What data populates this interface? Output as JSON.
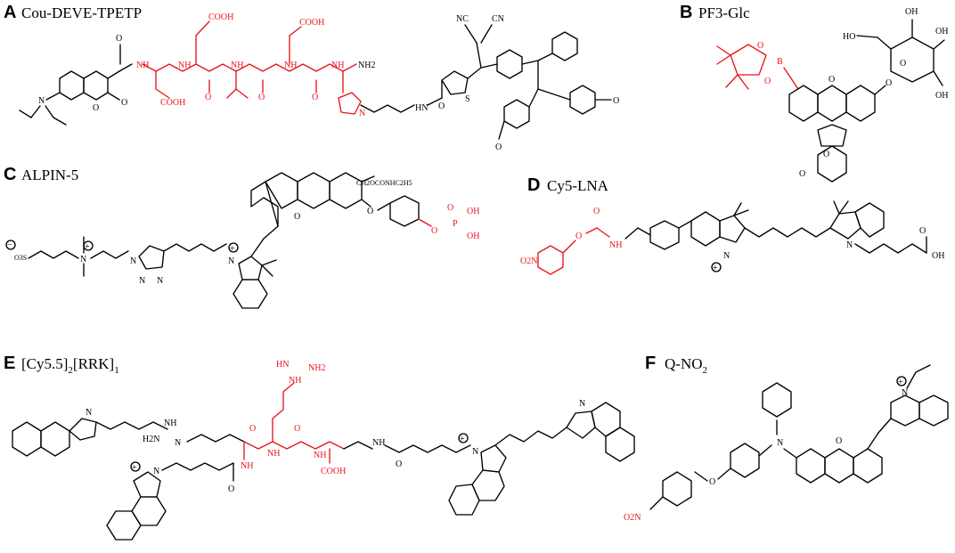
{
  "panels": [
    {
      "letter": "A",
      "title": "Cou-DEVE-TPETP"
    },
    {
      "letter": "B",
      "title": "PF3-Glc"
    },
    {
      "letter": "C",
      "title": "ALPIN-5"
    },
    {
      "letter": "D",
      "title": "Cy5-LNA"
    },
    {
      "letter": "E",
      "title": "[Cy5.5]2[RRK]1",
      "title_main": "[Cy5.5]",
      "title_sub1": "2",
      "title_mid": "[RRK]",
      "title_sub2": "1"
    },
    {
      "letter": "F",
      "title": "Q-NO2",
      "title_main": "Q-NO",
      "title_sub": "2"
    }
  ],
  "atoms": {
    "N": "N",
    "O": "O",
    "S": "S",
    "B": "B",
    "P": "P",
    "NH": "NH",
    "HN": "HN",
    "NH2": "NH2",
    "H2N": "H2N",
    "COOH": "COOH",
    "OH": "OH",
    "HO": "HO",
    "NC": "NC",
    "CN": "CN",
    "O2N": "O2N",
    "SO3": "O3S",
    "ch2oconh": "CH2OCONHC2H5",
    "plus": "+",
    "minus": "−",
    "methyl": "—"
  },
  "colors": {
    "highlight": "#e8151b",
    "ink": "#000000"
  }
}
